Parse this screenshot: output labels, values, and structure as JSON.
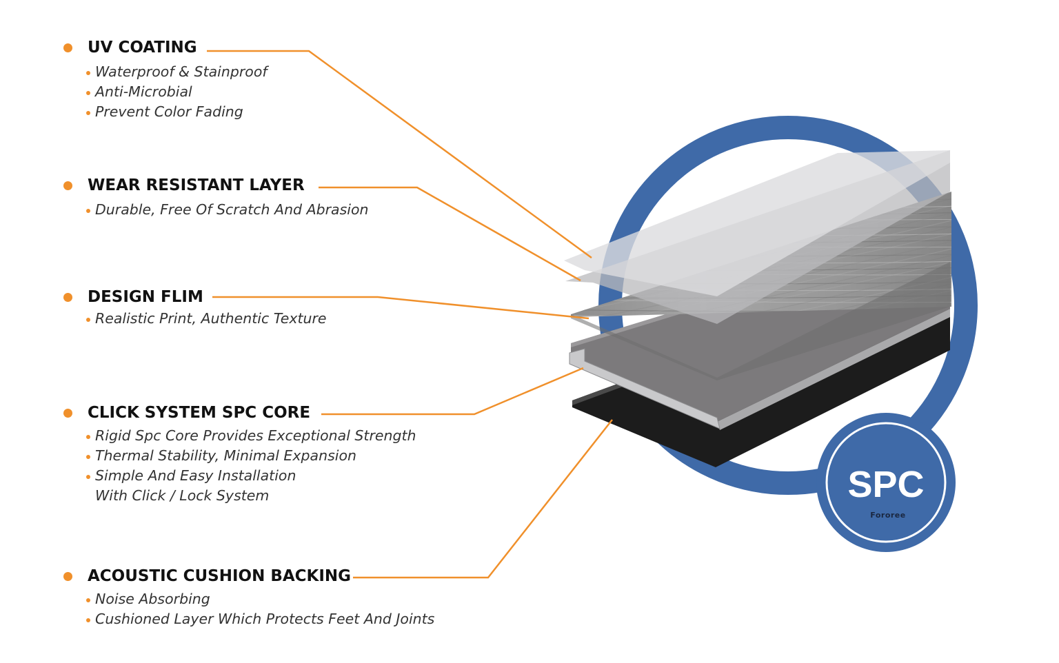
{
  "colors": {
    "accent": "#f0902b",
    "ring": "#3f6aa8",
    "heading": "#111111",
    "body_text": "#333333"
  },
  "layers": [
    {
      "title": "UV COATING",
      "points": [
        {
          "text": "Waterproof & Stainproof",
          "bullet": true
        },
        {
          "text": "Anti-Microbial",
          "bullet": true
        },
        {
          "text": "Prevent Color Fading",
          "bullet": true
        }
      ]
    },
    {
      "title": "WEAR RESISTANT LAYER",
      "points": [
        {
          "text": "Durable, Free Of Scratch And Abrasion",
          "bullet": true
        }
      ]
    },
    {
      "title": "DESIGN FLIM",
      "points": [
        {
          "text": "Realistic Print, Authentic Texture",
          "bullet": true
        }
      ]
    },
    {
      "title": "CLICK SYSTEM SPC CORE",
      "points": [
        {
          "text": "Rigid Spc Core Provides Exceptional Strength",
          "bullet": true
        },
        {
          "text": "Thermal Stability, Minimal Expansion",
          "bullet": true
        },
        {
          "text": "Simple And Easy Installation",
          "bullet": true
        },
        {
          "text": "With Click / Lock System",
          "bullet": false
        }
      ]
    },
    {
      "title": "ACOUSTIC CUSHION BACKING",
      "points": [
        {
          "text": "Noise Absorbing",
          "bullet": true
        },
        {
          "text": "Cushioned Layer Which Protects Feet And Joints",
          "bullet": true
        }
      ]
    }
  ],
  "badge": {
    "label": "SPC",
    "brand": "Fororee"
  }
}
